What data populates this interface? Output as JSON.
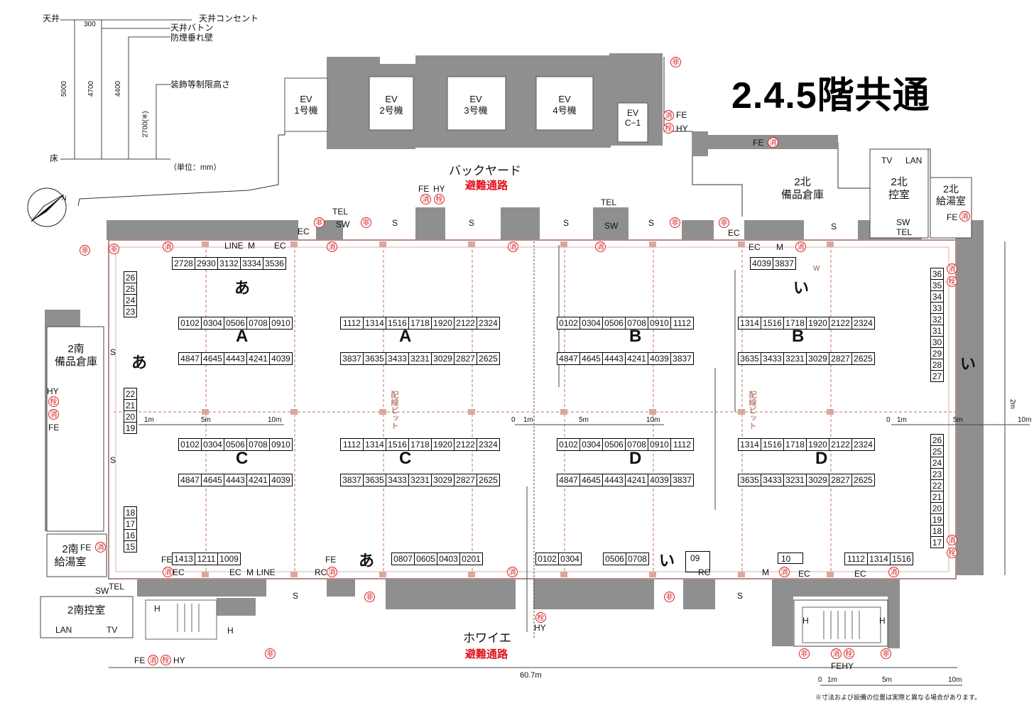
{
  "title": "2.4.5階共通",
  "heights": {
    "ceiling": "天井",
    "floor": "床",
    "ceiling_outlet": "天井コンセント",
    "ceiling_baton": "天井バトン",
    "smoke_wall": "防煙垂れ壁",
    "deco_limit": "装飾等制限高さ",
    "unit": "（単位：mm）",
    "v5000": "5000",
    "v4700": "4700",
    "v4400": "4400",
    "v2700": "2700(※)",
    "v300": "300"
  },
  "compass": "N",
  "rooms": {
    "ev1": "EV\n1号機",
    "ev2": "EV\n2号機",
    "ev3": "EV\n3号機",
    "ev4": "EV\n4号機",
    "evc1": "EV\nC−1",
    "backyard": "バックヤード",
    "evac": "避難通路",
    "north_storage": "2北\n備品倉庫",
    "north_control": "2北\n控室",
    "north_kitchen": "2北\n給湯室",
    "south_storage": "2南\n備品倉庫",
    "south_kitchen": "2南\n給湯室",
    "south_control": "2南控室",
    "foyer": "ホワイエ",
    "wiring": "配線ピット"
  },
  "symbols": {
    "hi": "非",
    "sho": "消",
    "sen": "栓",
    "fe": "FE",
    "hy": "HY",
    "tel": "TEL",
    "sw": "SW",
    "ec": "EC",
    "m": "M",
    "line": "LINE",
    "tv": "TV",
    "lan": "LAN",
    "s": "S",
    "h": "H",
    "rc": "RC",
    "w": "W",
    "fehy": "FEHY"
  },
  "zones": {
    "a": "A",
    "b": "B",
    "c": "C",
    "d": "D",
    "ah": "あ",
    "ii": "い"
  },
  "booths": {
    "top_left": [
      "27",
      "28",
      "29",
      "30",
      "31",
      "32",
      "33",
      "34",
      "35",
      "36"
    ],
    "top_right": [
      "40",
      "39",
      "38",
      "37"
    ],
    "A1_top": [
      "01",
      "02",
      "03",
      "04",
      "05",
      "06",
      "07",
      "08",
      "09",
      "10"
    ],
    "A1_bot": [
      "48",
      "47",
      "46",
      "45",
      "44",
      "43",
      "42",
      "41",
      "40",
      "39"
    ],
    "A2_top": [
      "11",
      "12",
      "13",
      "14",
      "15",
      "16",
      "17",
      "18",
      "19",
      "20",
      "21",
      "22",
      "23",
      "24"
    ],
    "A2_bot": [
      "38",
      "37",
      "36",
      "35",
      "34",
      "33",
      "32",
      "31",
      "30",
      "29",
      "28",
      "27",
      "26",
      "25"
    ],
    "B1_top": [
      "01",
      "02",
      "03",
      "04",
      "05",
      "06",
      "07",
      "08",
      "09",
      "10",
      "11",
      "12"
    ],
    "B1_bot": [
      "48",
      "47",
      "46",
      "45",
      "44",
      "43",
      "42",
      "41",
      "40",
      "39",
      "38",
      "37"
    ],
    "B2_top": [
      "13",
      "14",
      "15",
      "16",
      "17",
      "18",
      "19",
      "20",
      "21",
      "22",
      "23",
      "24"
    ],
    "B2_bot": [
      "36",
      "35",
      "34",
      "33",
      "32",
      "31",
      "30",
      "29",
      "28",
      "27",
      "26",
      "25"
    ],
    "left_col1": [
      "26",
      "25",
      "24",
      "23"
    ],
    "left_col2": [
      "22",
      "21",
      "20",
      "19"
    ],
    "left_col3": [
      "18",
      "17",
      "16",
      "15"
    ],
    "right_col1": [
      "36",
      "35",
      "34",
      "33",
      "32",
      "31",
      "30",
      "29",
      "28",
      "27"
    ],
    "right_col2": [
      "26",
      "25",
      "24",
      "23",
      "22",
      "21",
      "20",
      "19",
      "18",
      "17"
    ],
    "bottom_a": [
      "14",
      "13",
      "12",
      "11",
      "10",
      "09"
    ],
    "bottom_a2": [
      "08",
      "07",
      "06",
      "05",
      "04",
      "03",
      "02",
      "01"
    ],
    "bottom_i1": [
      "01",
      "02",
      "03",
      "04"
    ],
    "bottom_i2": [
      "05",
      "06",
      "07",
      "08"
    ],
    "bottom_i3": "09",
    "bottom_i4": "10",
    "bottom_i5": [
      "11",
      "12",
      "13",
      "14",
      "15",
      "16"
    ]
  },
  "scale": {
    "s0": "0",
    "s1": "1m",
    "s5": "5m",
    "s10": "10m",
    "total": "60.7m",
    "s2": "2m"
  },
  "footnote": "※寸法および設備の位置は実際と異なる場合があります。"
}
